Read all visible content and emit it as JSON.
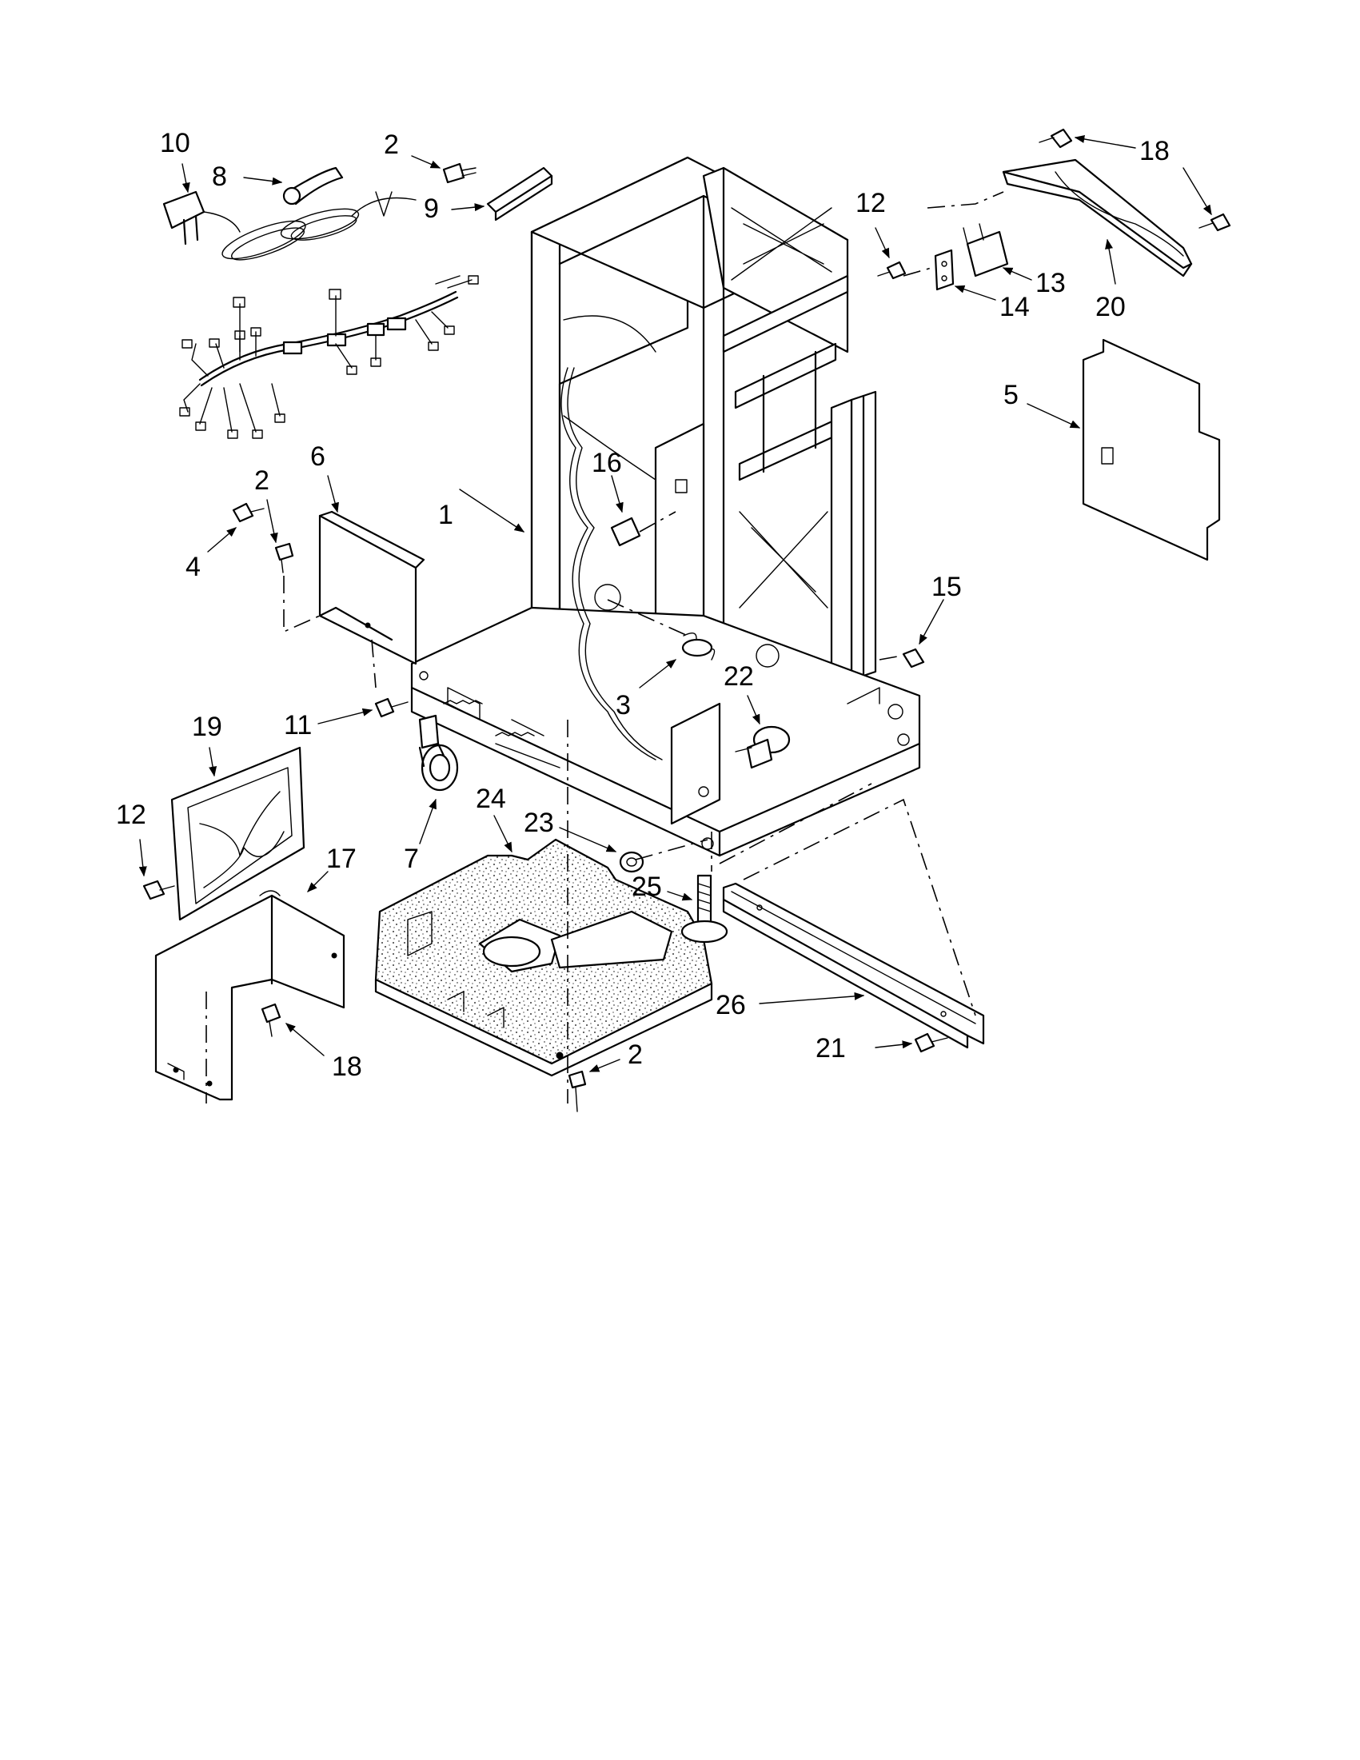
{
  "callouts": [
    {
      "id": "c10a",
      "text": "10"
    },
    {
      "id": "c8",
      "text": "8"
    },
    {
      "id": "c2a",
      "text": "2"
    },
    {
      "id": "c9",
      "text": "9"
    },
    {
      "id": "c18a",
      "text": "18"
    },
    {
      "id": "c12a",
      "text": "12"
    },
    {
      "id": "c13",
      "text": "13"
    },
    {
      "id": "c14",
      "text": "14"
    },
    {
      "id": "c20",
      "text": "20"
    },
    {
      "id": "c5",
      "text": "5"
    },
    {
      "id": "c6",
      "text": "6"
    },
    {
      "id": "c2b",
      "text": "2"
    },
    {
      "id": "c4",
      "text": "4"
    },
    {
      "id": "c1",
      "text": "1"
    },
    {
      "id": "c16",
      "text": "16"
    },
    {
      "id": "c15",
      "text": "15"
    },
    {
      "id": "c3",
      "text": "3"
    },
    {
      "id": "c22",
      "text": "22"
    },
    {
      "id": "c11",
      "text": "11"
    },
    {
      "id": "c19",
      "text": "19"
    },
    {
      "id": "c7",
      "text": "7"
    },
    {
      "id": "c24",
      "text": "24"
    },
    {
      "id": "c23",
      "text": "23"
    },
    {
      "id": "c12b",
      "text": "12"
    },
    {
      "id": "c17",
      "text": "17"
    },
    {
      "id": "c25",
      "text": "25"
    },
    {
      "id": "c26",
      "text": "26"
    },
    {
      "id": "c18b",
      "text": "18"
    },
    {
      "id": "c2c",
      "text": "2"
    },
    {
      "id": "c21",
      "text": "21"
    }
  ]
}
